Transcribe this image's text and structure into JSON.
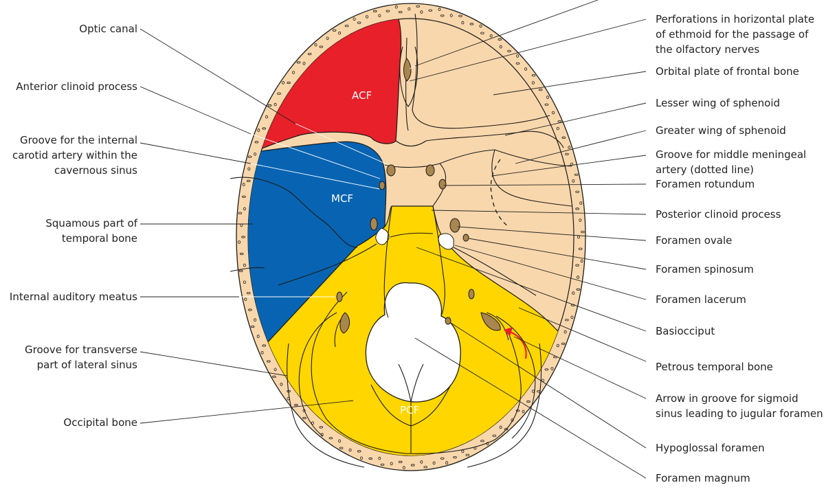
{
  "colors": {
    "bone": "#F8D7AC",
    "acf": "#E8202A",
    "mcf": "#0864B2",
    "pcf": "#FFD600",
    "foramen_fill": "#A9864F",
    "background": "#FFFFFF",
    "arrow": "#E8202A"
  },
  "regions": {
    "acf": "ACF",
    "mcf": "MCF",
    "pcf": "PCF"
  },
  "labels_left": {
    "optic_canal": "Optic canal",
    "anterior_clinoid": "Anterior clinoid process",
    "groove_carotid_1": "Groove for the internal",
    "groove_carotid_2": "carotid artery within the",
    "groove_carotid_3": "cavernous sinus",
    "squamous_1": "Squamous part of",
    "squamous_2": "temporal bone",
    "internal_auditory": "Internal auditory meatus",
    "groove_transverse_1": "Groove for transverse",
    "groove_transverse_2": "part of lateral sinus",
    "occipital": "Occipital bone"
  },
  "labels_right": {
    "perforations_1": "Perforations in horizontal plate",
    "perforations_2": "of ethmoid for the passage of",
    "perforations_3": "the olfactory nerves",
    "orbital_plate": "Orbital plate of frontal bone",
    "lesser_wing": "Lesser wing of sphenoid",
    "greater_wing": "Greater wing of sphenoid",
    "middle_meningeal_1": "Groove for middle meningeal",
    "middle_meningeal_2": "artery (dotted line)",
    "rotundum": "Foramen rotundum",
    "posterior_clinoid": "Posterior clinoid process",
    "ovale": "Foramen ovale",
    "spinosum": "Foramen spinosum",
    "lacerum": "Foramen lacerum",
    "basiocciput": "Basiocciput",
    "petrous": "Petrous temporal bone",
    "arrow_sigmoid_1": "Arrow in groove for sigmoid",
    "arrow_sigmoid_2": "sinus leading to jugular foramen",
    "hypoglossal": "Hypoglossal foramen",
    "magnum": "Foramen magnum"
  }
}
